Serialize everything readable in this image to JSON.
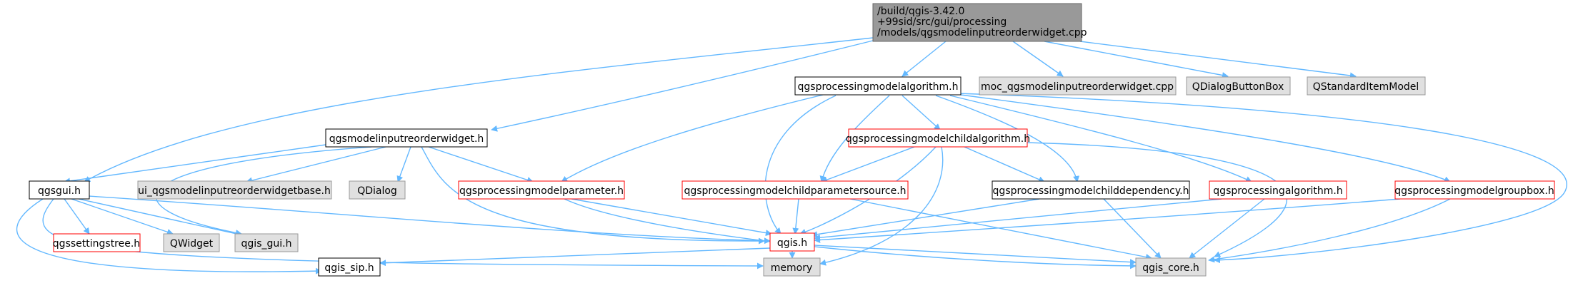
{
  "colors": {
    "edge": "#63b8ff",
    "root_fill": "#999999",
    "root_border": "#666666",
    "doc_border": "#000000",
    "red_border": "#ff0000",
    "gray_fill": "#e0e0e0",
    "gray_border": "#999999"
  },
  "nodes": {
    "root": {
      "line1": "/build/qgis-3.42.0",
      "line2": "+99sid/src/gui/processing",
      "line3": "/models/qgsmodelinputreorderwidget.cpp"
    },
    "modelalgorithm": "qgsprocessingmodelalgorithm.h",
    "moc": "moc_qgsmodelinputreorderwidget.cpp",
    "qdialogbuttonbox": "QDialogButtonBox",
    "qstandarditemmodel": "QStandardItemModel",
    "reorderwidget_h": "qgsmodelinputreorderwidget.h",
    "childalgorithm": "qgsprocessingmodelchildalgorithm.h",
    "qgsgui": "qgsgui.h",
    "ui_base": "ui_qgsmodelinputreorderwidgetbase.h",
    "qdialog": "QDialog",
    "modelparameter": "qgsprocessingmodelparameter.h",
    "childparamsource": "qgsprocessingmodelchildparametersource.h",
    "childdependency": "qgsprocessingmodelchilddependency.h",
    "processingalgorithm": "qgsprocessingalgorithm.h",
    "groupbox": "qgsprocessingmodelgroupbox.h",
    "settingstree": "qgssettingstree.h",
    "qwidget": "QWidget",
    "qgis_gui": "qgis_gui.h",
    "qgis_h": "qgis.h",
    "qgis_sip": "qgis_sip.h",
    "memory": "memory",
    "qgis_core": "qgis_core.h"
  }
}
